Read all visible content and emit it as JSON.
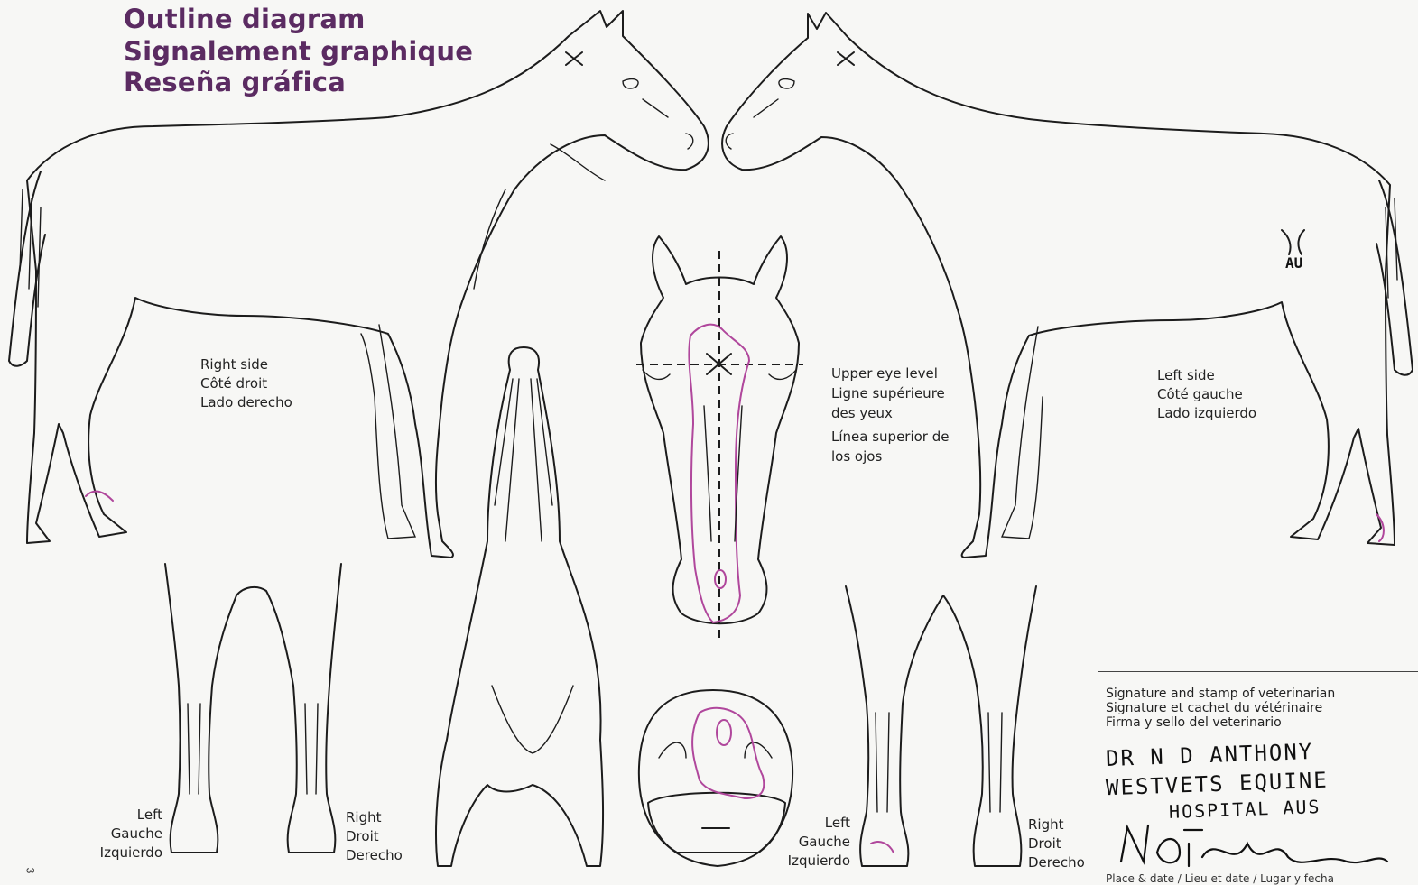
{
  "title": {
    "line_en": "Outline diagram",
    "line_fr": "Signalement graphique",
    "line_es": "Reseña gráfica"
  },
  "labels": {
    "right_side": [
      "Right side",
      "Côté droit",
      "Lado derecho"
    ],
    "left_side": [
      "Left side",
      "Côté gauche",
      "Lado izquierdo"
    ],
    "eye_level": [
      "Upper eye level",
      "Ligne supérieure",
      "des yeux",
      "Línea superior de",
      "los ojos"
    ],
    "front_left": [
      "Left",
      "Gauche",
      "Izquierdo"
    ],
    "front_right": [
      "Right",
      "Droit",
      "Derecho"
    ],
    "rear_left": [
      "Left",
      "Gauche",
      "Izquierdo"
    ],
    "rear_right": [
      "Right",
      "Droit",
      "Derecho"
    ]
  },
  "signature": {
    "heading": [
      "Signature and stamp of veterinarian",
      "Signature et cachet du vétérinaire",
      "Firma y sello del veterinario"
    ],
    "handwritten": [
      "DR N D ANTHONY",
      "WESTVETS EQUINE",
      "HOSPITAL AUS"
    ],
    "footer": "Place & date / Lieu et date / Lugar y fecha"
  },
  "brand_marks": {
    "freeze_brand": "AU"
  },
  "page_number": "3",
  "colors": {
    "title": "#5b2b62",
    "ink": "#1c1c1c",
    "markings": "#b0479c",
    "paper": "#f7f7f5"
  }
}
